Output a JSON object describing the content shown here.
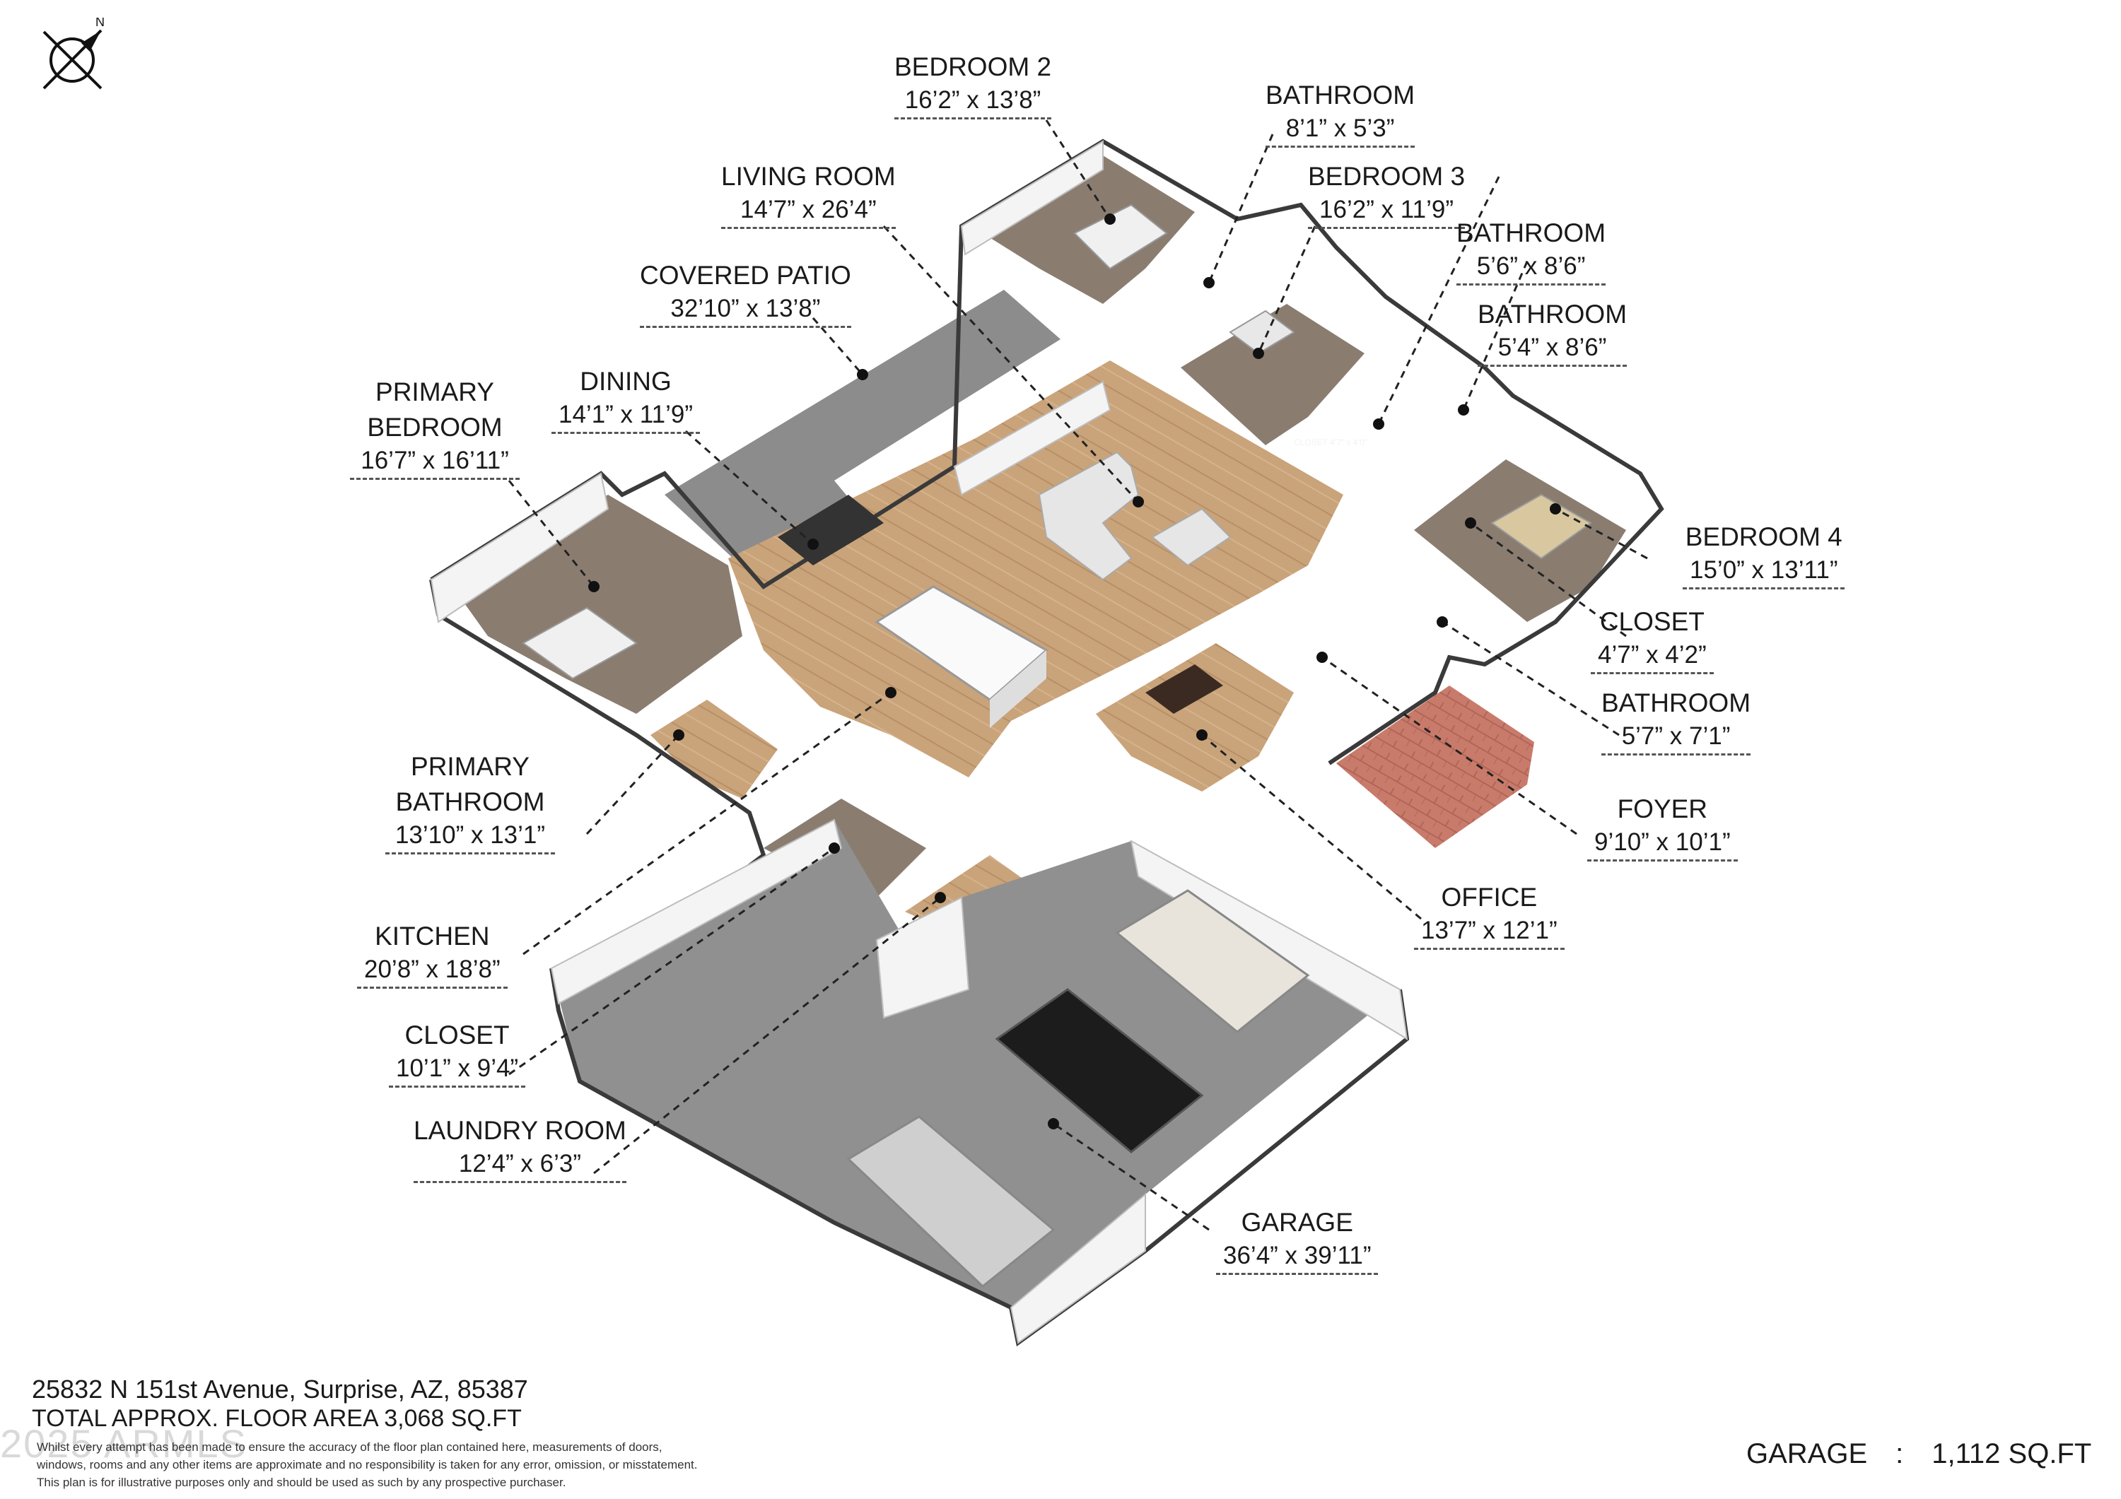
{
  "compass_label": "N",
  "rooms": [
    {
      "id": "bedroom-2",
      "name": "BEDROOM 2",
      "dims": "16’2” x 13’8”"
    },
    {
      "id": "bathroom-a",
      "name": "BATHROOM",
      "dims": "8’1” x 5’3”"
    },
    {
      "id": "living-room",
      "name": "LIVING ROOM",
      "dims": "14’7” x 26’4”"
    },
    {
      "id": "bedroom-3",
      "name": "BEDROOM 3",
      "dims": "16’2” x 11’9”"
    },
    {
      "id": "bathroom-b",
      "name": "BATHROOM",
      "dims": "5’6” x 8’6”"
    },
    {
      "id": "covered-patio",
      "name": "COVERED PATIO",
      "dims": "32’10” x 13’8”"
    },
    {
      "id": "bathroom-c",
      "name": "BATHROOM",
      "dims": "5’4” x 8’6”"
    },
    {
      "id": "primary-bedroom",
      "name": "PRIMARY BEDROOM",
      "dims": "16’7” x 16’11”"
    },
    {
      "id": "dining",
      "name": "DINING",
      "dims": "14’1” x 11’9”"
    },
    {
      "id": "bedroom-4",
      "name": "BEDROOM 4",
      "dims": "15’0” x 13’11”"
    },
    {
      "id": "closet-a",
      "name": "CLOSET",
      "dims": "4’7” x 4’2”"
    },
    {
      "id": "bathroom-d",
      "name": "BATHROOM",
      "dims": "5’7” x 7’1”"
    },
    {
      "id": "primary-bathroom",
      "name": "PRIMARY BATHROOM",
      "dims": "13’10” x 13’1”"
    },
    {
      "id": "foyer",
      "name": "FOYER",
      "dims": "9’10” x 10’1”"
    },
    {
      "id": "office",
      "name": "OFFICE",
      "dims": "13’7” x 12’1”"
    },
    {
      "id": "kitchen",
      "name": "KITCHEN",
      "dims": "20’8” x 18’8”"
    },
    {
      "id": "closet-b",
      "name": "CLOSET",
      "dims": "10’1” x 9’4”"
    },
    {
      "id": "laundry-room",
      "name": "LAUNDRY ROOM",
      "dims": "12’4” x 6’3”"
    },
    {
      "id": "garage",
      "name": "GARAGE",
      "dims": "36’4” x 39’11”"
    }
  ],
  "closet_small_label": "CLOSET 4’7” x 4’0”",
  "footer": {
    "address": "25832 N 151st Avenue, Surprise, AZ, 85387",
    "total_area": "TOTAL APPROX. FLOOR AREA 3,068 SQ.FT",
    "copyright": "2025 ARMLS",
    "disclaimer_line1": "Whilst every attempt has been made to ensure the accuracy of the floor plan contained here, measurements of doors,",
    "disclaimer_line2": "windows, rooms and any other items are approximate and no responsibility is taken for any error, omission, or misstatement.",
    "disclaimer_line3": "This plan is for illustrative purposes only and should be used as such by any prospective purchaser.",
    "garage_label": "GARAGE",
    "garage_sep": ":",
    "garage_area": "1,112 SQ.FT"
  }
}
